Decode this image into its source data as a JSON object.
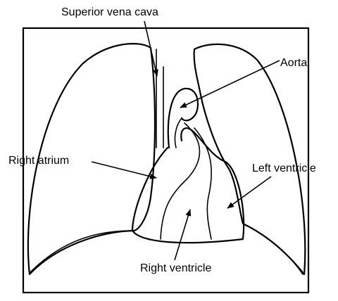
{
  "diagram": {
    "labels": {
      "superior_vena_cava": "Superior vena cava",
      "aorta": "Aorta",
      "right_atrium": "Right atrium",
      "left_ventricle": "Left ventricle",
      "right_ventricle": "Right ventricle"
    },
    "colors": {
      "line": "#000000",
      "background": "#ffffff"
    }
  }
}
